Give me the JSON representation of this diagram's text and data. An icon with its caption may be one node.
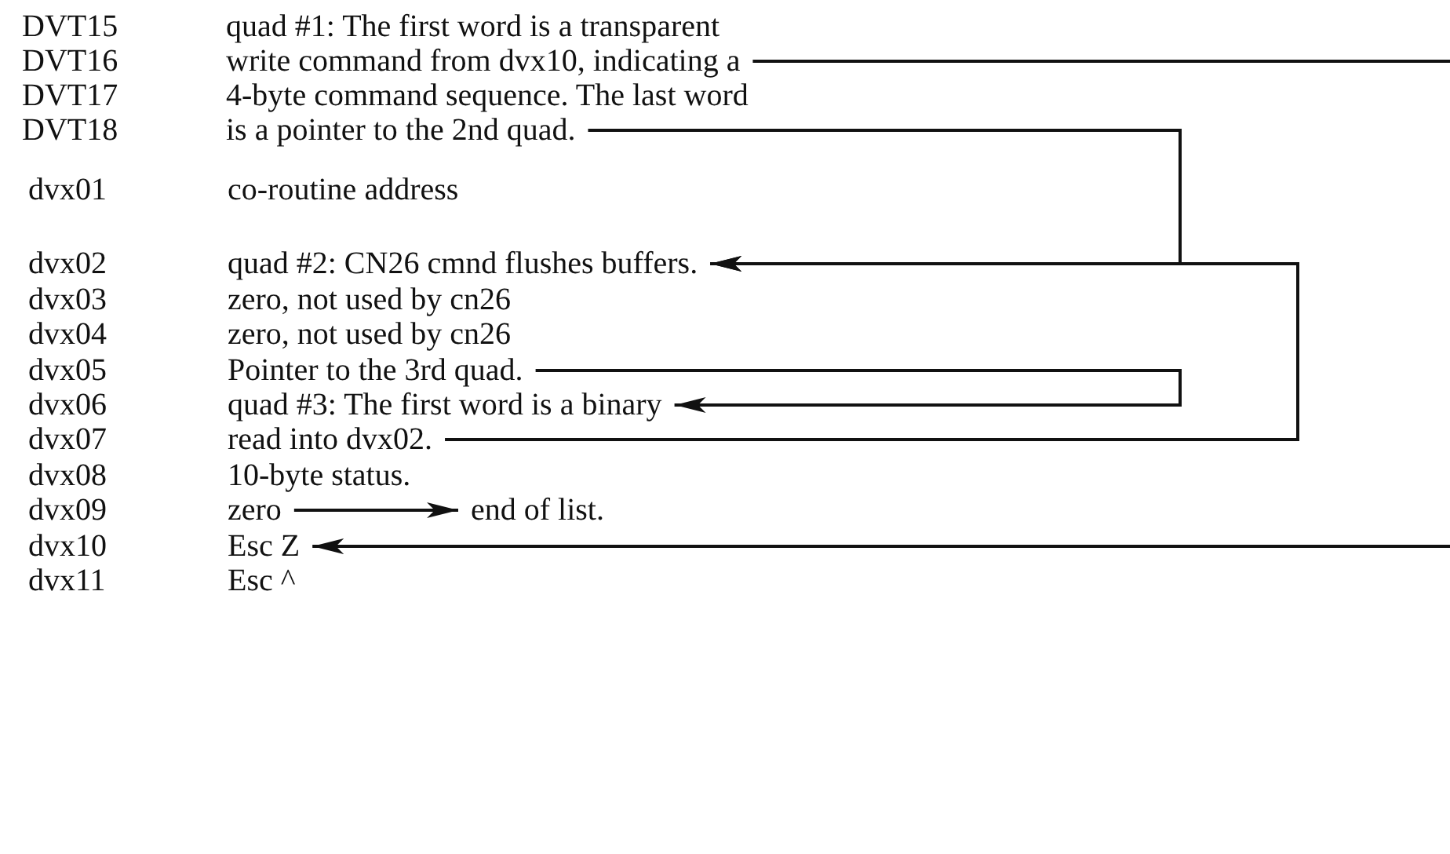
{
  "diagram": {
    "nodes": [
      {
        "text": [
          "quad #1: The first word is a transparent"
        ]
      },
      {
        "text": [
          "write command from dvx10, indicating a"
        ]
      },
      {
        "text": [
          "4-byte command sequence. The last word"
        ]
      },
      {
        "text": [
          "is a pointer to the 2nd quad."
        ]
      },
      {
        "text": [
          "co-routine address"
        ]
      },
      {
        "text": [
          "quad #2: CN26 cmnd flushes buffers."
        ]
      },
      {
        "text": [
          "zero, not used by cn26"
        ]
      },
      {
        "text": [
          "zero, not used by cn26"
        ]
      },
      {
        "text": [
          "Pointer to the 3rd quad."
        ]
      },
      {
        "text": [
          "quad #3: The first word is a binary"
        ]
      },
      {
        "text": [
          "read into dvx02."
        ]
      },
      {
        "text": [
          "10-byte status."
        ]
      },
      {
        "text": [
          "zero"
        ]
      },
      {
        "text": [
          "end of list."
        ]
      },
      {
        "text": [
          "Esc Z"
        ]
      },
      {
        "text": [
          "Esc ^"
        ]
      }
    ],
    "edges": [
      {
        "from": 1,
        "to": null,
        "arrow": "none"
      },
      {
        "from": null,
        "to": 14,
        "arrow": "to"
      },
      {
        "from": 3,
        "to": 5,
        "arrow": "to"
      },
      {
        "from": 10,
        "to": 5,
        "arrow": "to"
      },
      {
        "from": 8,
        "to": 9,
        "arrow": "to"
      },
      {
        "from": 12,
        "to": 13,
        "arrow": "to"
      }
    ],
    "labels": [
      "DVT15",
      "DVT16",
      "DVT17",
      "DVT18",
      "dvx01",
      "dvx02",
      "dvx03",
      "dvx04",
      "dvx05",
      "dvx06",
      "dvx07",
      "dvx08",
      "dvx09",
      "dvx10",
      "dvx11"
    ]
  }
}
